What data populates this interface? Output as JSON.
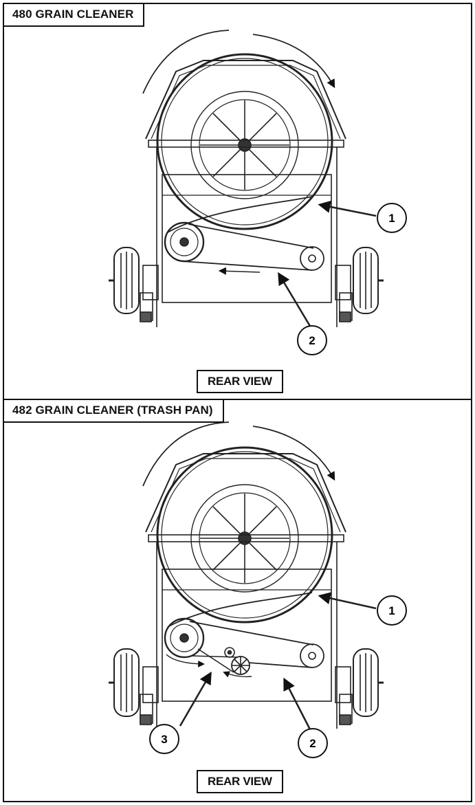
{
  "panels": [
    {
      "title": "480 GRAIN CLEANER",
      "view_label": "REAR VIEW",
      "callouts": [
        "1",
        "2"
      ]
    },
    {
      "title": "482 GRAIN CLEANER (TRASH PAN)",
      "view_label": "REAR VIEW",
      "callouts": [
        "1",
        "2",
        "3"
      ]
    }
  ]
}
